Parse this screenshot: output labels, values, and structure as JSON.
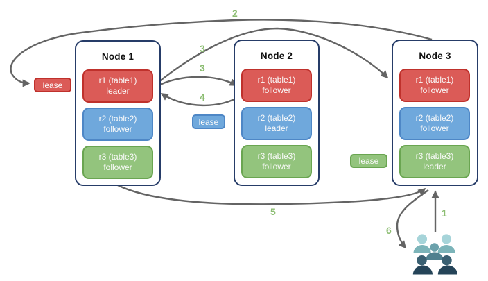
{
  "nodes": [
    {
      "title": "Node 1",
      "replicas": [
        {
          "line1": "r1 (table1)",
          "line2": "leader",
          "color": "red"
        },
        {
          "line1": "r2 (table2)",
          "line2": "follower",
          "color": "blue"
        },
        {
          "line1": "r3 (table3)",
          "line2": "follower",
          "color": "green"
        }
      ]
    },
    {
      "title": "Node 2",
      "replicas": [
        {
          "line1": "r1 (table1)",
          "line2": "follower",
          "color": "red"
        },
        {
          "line1": "r2 (table2)",
          "line2": "leader",
          "color": "blue"
        },
        {
          "line1": "r3 (table3)",
          "line2": "follower",
          "color": "green"
        }
      ]
    },
    {
      "title": "Node 3",
      "replicas": [
        {
          "line1": "r1 (table1)",
          "line2": "follower",
          "color": "red"
        },
        {
          "line1": "r2 (table2)",
          "line2": "follower",
          "color": "blue"
        },
        {
          "line1": "r3 (table3)",
          "line2": "leader",
          "color": "green"
        }
      ]
    }
  ],
  "leases": [
    {
      "label": "lease",
      "color": "red"
    },
    {
      "label": "lease",
      "color": "blue"
    },
    {
      "label": "lease",
      "color": "green"
    }
  ],
  "step_labels": {
    "s1": "1",
    "s2": "2",
    "s3a": "3",
    "s3b": "3",
    "s4": "4",
    "s5": "5",
    "s6": "6"
  },
  "icons": {
    "users": "users-group"
  },
  "colors": {
    "red_fill": "#db5b57",
    "red_border": "#bf312c",
    "blue_fill": "#6fa8dc",
    "blue_border": "#4e87c6",
    "green_fill": "#93c47d",
    "green_border": "#6aa551",
    "node_border": "#263c68",
    "arrow": "#646464",
    "step_label": "#8cbd72",
    "people_light_head": "#a6d4d9",
    "people_light_body": "#7cb4b9",
    "people_mid_head": "#6ba1ab",
    "people_mid_body": "#50808f",
    "people_dark_head": "#3a6072",
    "people_dark_body": "#254458"
  }
}
